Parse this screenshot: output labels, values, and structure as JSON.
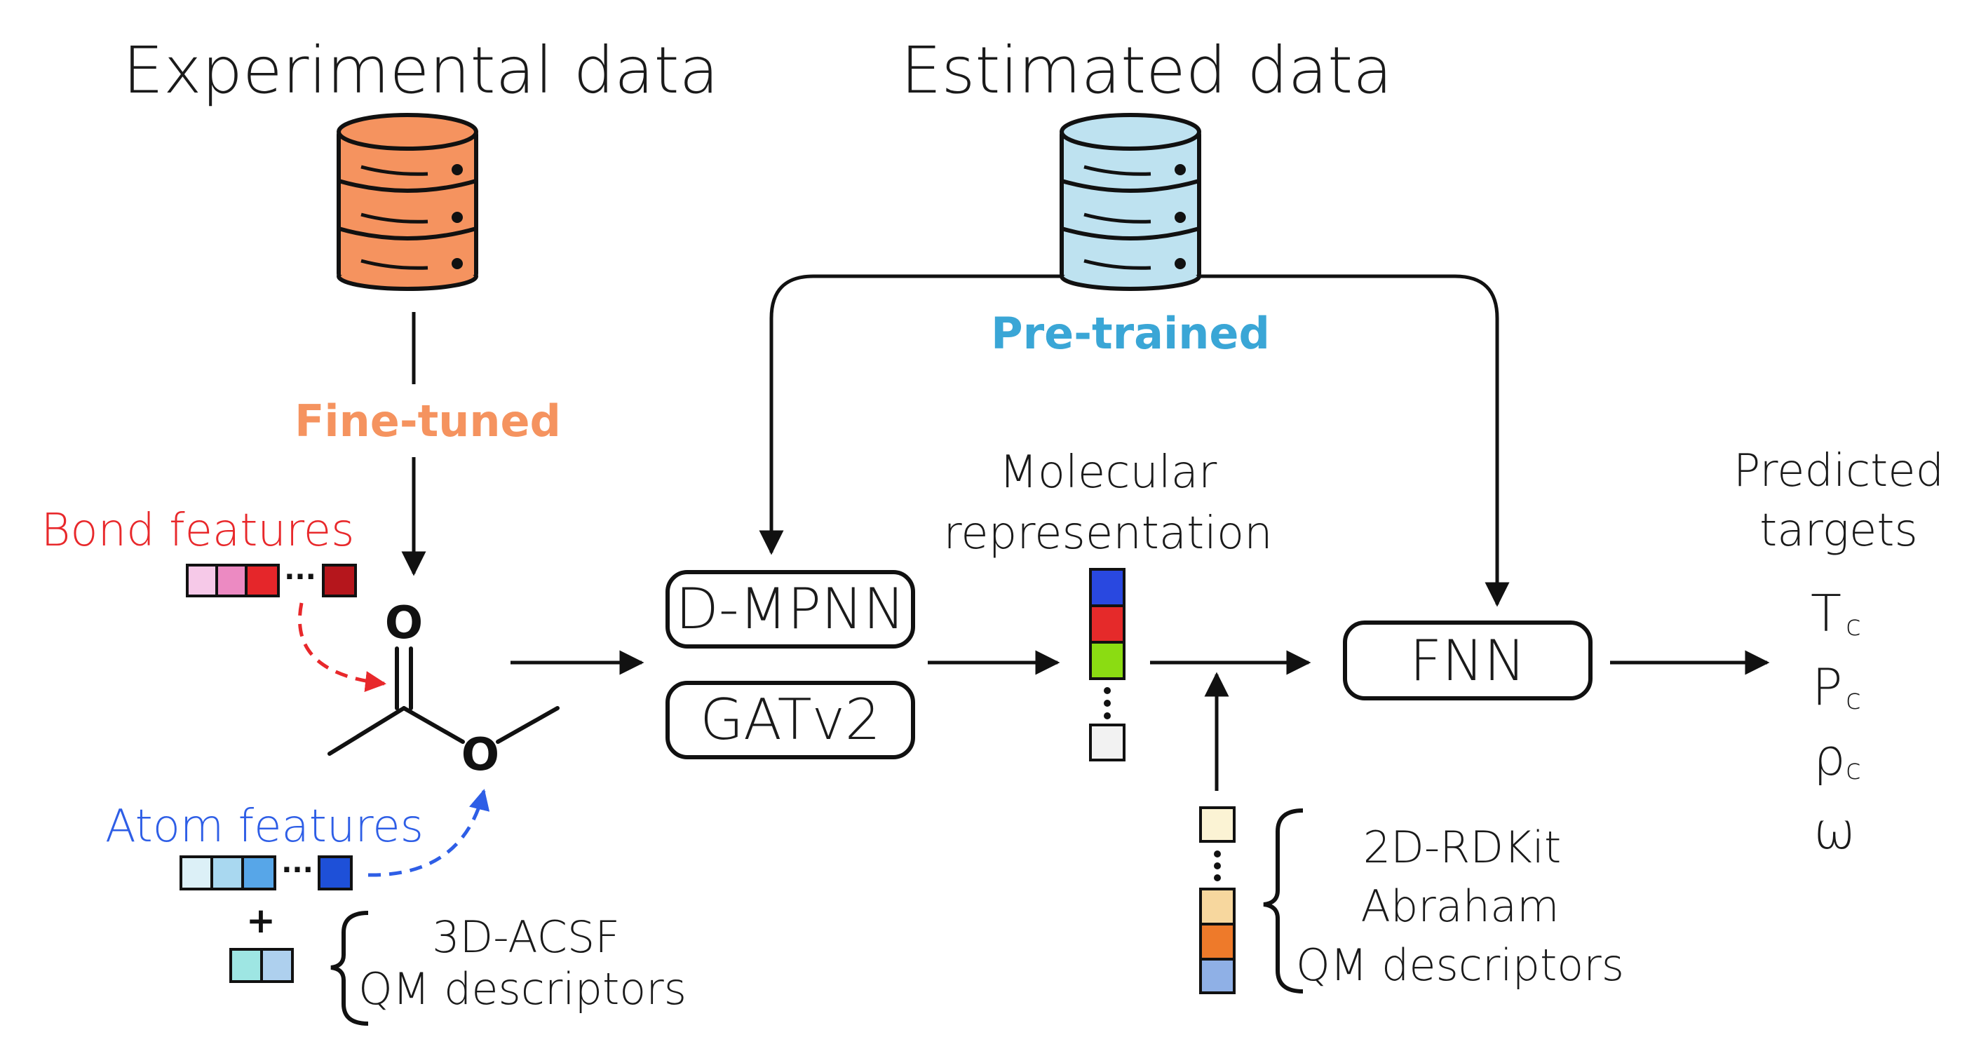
{
  "titles": {
    "experimental": "Experimental data",
    "estimated": "Estimated data"
  },
  "flow_labels": {
    "fine_tuned": "Fine-tuned",
    "pre_trained": "Pre-trained"
  },
  "features": {
    "bond": "Bond features",
    "atom": "Atom features",
    "plus": "+",
    "extra_atom": [
      "3D-ACSF",
      "QM descriptors"
    ]
  },
  "molecule": {
    "atom_o_top": "O",
    "atom_o_ester": "O"
  },
  "models": {
    "dmpnn": "D-MPNN",
    "gatv2": "GATv2",
    "fnn": "FNN"
  },
  "representation": [
    "Molecular",
    "representation"
  ],
  "descriptors": [
    "2D-RDKit",
    "Abraham",
    "QM descriptors"
  ],
  "targets": {
    "header": [
      "Predicted",
      "targets"
    ],
    "items": [
      {
        "symbol": "T",
        "sub": "c"
      },
      {
        "symbol": "P",
        "sub": "c"
      },
      {
        "symbol": "ρ",
        "sub": "c"
      },
      {
        "symbol": "ω",
        "sub": ""
      }
    ]
  },
  "colors": {
    "experimental_db": "#F5935F",
    "estimated_db": "#BEE2F0",
    "fine_tuned": "#F5935F",
    "pre_trained": "#3AA6D6",
    "bond_label": "#E8282B",
    "atom_label": "#2E5EE6",
    "bond_vector": [
      "#F6C9E8",
      "#EC8AC2",
      "#E5262A",
      "#B5161C"
    ],
    "atom_vector": [
      "#DCF0F7",
      "#A9D8F0",
      "#57A6E8",
      "#1E50D8"
    ],
    "extra_vector": [
      "#9EE6E3",
      "#AED0EE"
    ],
    "rep_vector": [
      "#2948E0",
      "#E52A2A",
      "#8BDC12",
      "#F2F2F2"
    ],
    "desc_vector": [
      "#FBF3D4",
      "#F7D79E",
      "#EE7A2A",
      "#8FB0E6"
    ]
  }
}
